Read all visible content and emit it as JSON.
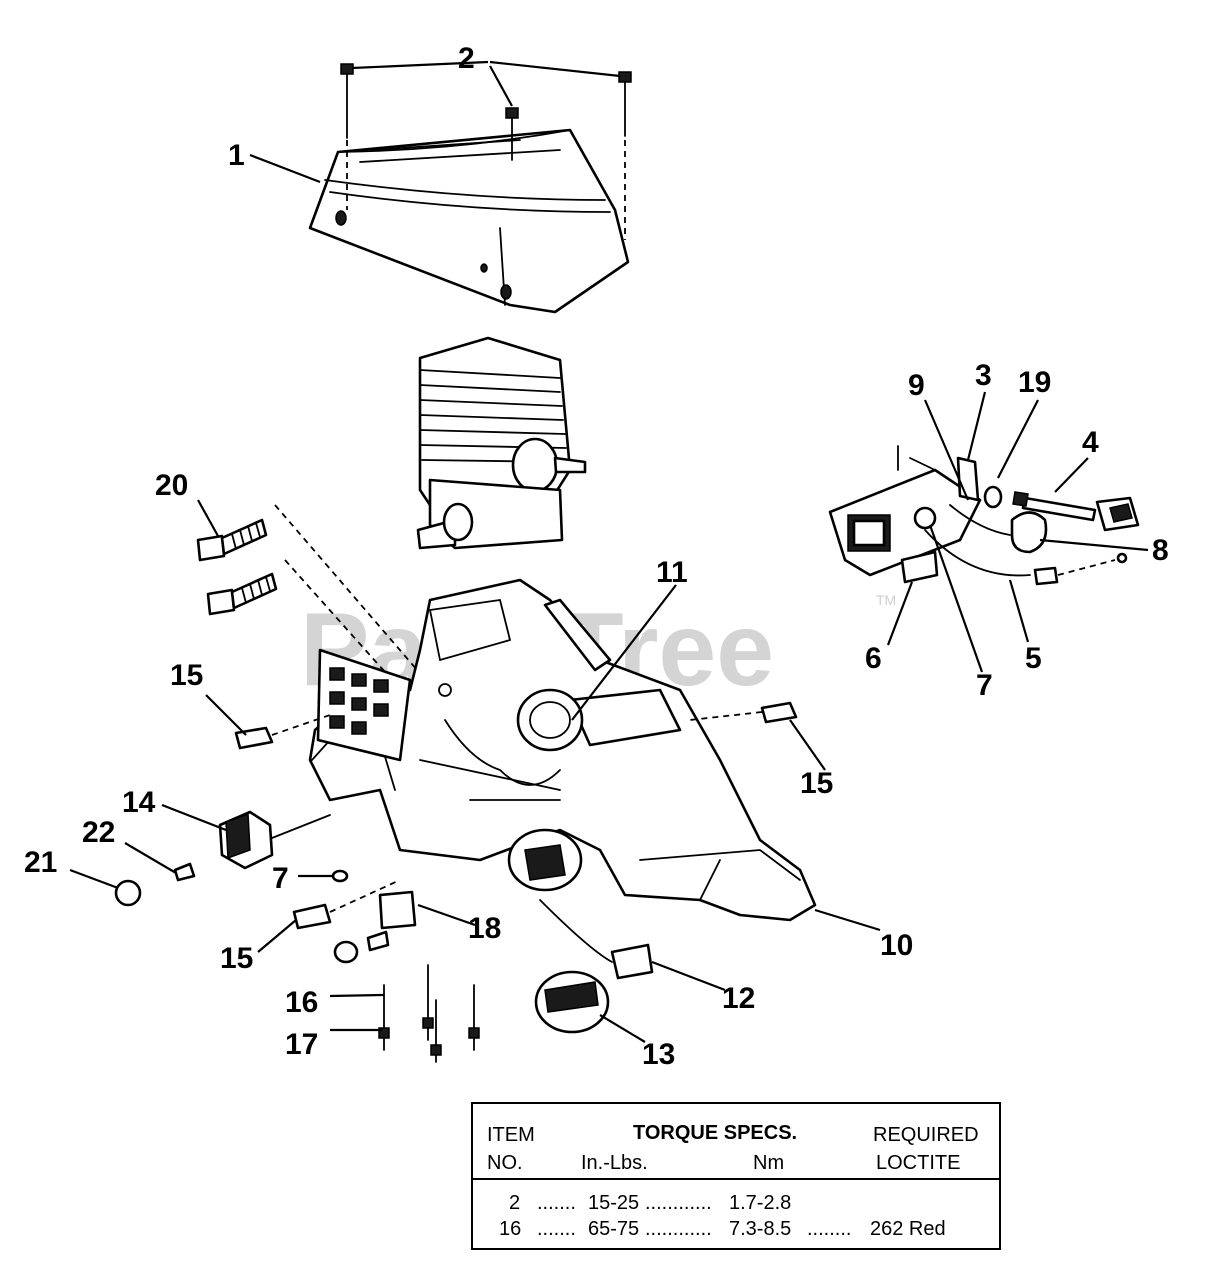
{
  "watermark": {
    "text": "PartsTree",
    "tm": "TM"
  },
  "callouts": [
    {
      "id": "c1",
      "text": "1"
    },
    {
      "id": "c2",
      "text": "2"
    },
    {
      "id": "c3",
      "text": "3"
    },
    {
      "id": "c19",
      "text": "19"
    },
    {
      "id": "c9",
      "text": "9"
    },
    {
      "id": "c4",
      "text": "4"
    },
    {
      "id": "c8",
      "text": "8"
    },
    {
      "id": "c6",
      "text": "6"
    },
    {
      "id": "c7a",
      "text": "7"
    },
    {
      "id": "c5",
      "text": "5"
    },
    {
      "id": "c20",
      "text": "20"
    },
    {
      "id": "c11",
      "text": "11"
    },
    {
      "id": "c15a",
      "text": "15"
    },
    {
      "id": "c15b",
      "text": "15"
    },
    {
      "id": "c14",
      "text": "14"
    },
    {
      "id": "c22",
      "text": "22"
    },
    {
      "id": "c21",
      "text": "21"
    },
    {
      "id": "c7b",
      "text": "7"
    },
    {
      "id": "c18",
      "text": "18"
    },
    {
      "id": "c10",
      "text": "10"
    },
    {
      "id": "c15c",
      "text": "15"
    },
    {
      "id": "c12",
      "text": "12"
    },
    {
      "id": "c16",
      "text": "16"
    },
    {
      "id": "c17",
      "text": "17"
    },
    {
      "id": "c13",
      "text": "13"
    }
  ],
  "torque_table": {
    "col_item_line1": "ITEM",
    "col_item_line2": "NO.",
    "col_torque": "TORQUE SPECS.",
    "col_inlbs": "In.-Lbs.",
    "col_nm": "Nm",
    "col_loctite_line1": "REQUIRED",
    "col_loctite_line2": "LOCTITE",
    "rows": [
      {
        "item": "2",
        "inlbs": "15-25",
        "nm": "1.7-2.8",
        "loctite": ""
      },
      {
        "item": "16",
        "inlbs": "65-75",
        "nm": "7.3-8.5",
        "loctite": "262 Red"
      }
    ]
  }
}
